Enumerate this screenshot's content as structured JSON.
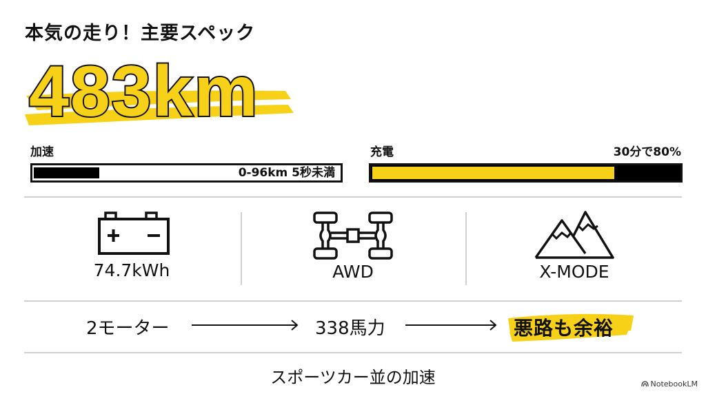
{
  "header": {
    "title": "本気の走り！主要スペック",
    "range_value": "483km"
  },
  "bars": {
    "acceleration": {
      "label": "加速",
      "value_text": "0-96km 5秒未満",
      "fill_percent": 21,
      "fill_color": "#000000",
      "track_color": "#ffffff"
    },
    "charging": {
      "label": "充電",
      "value_text": "30分で80%",
      "fill_percent": 78,
      "fill_color": "#f7d117",
      "track_color": "#000000"
    }
  },
  "features": [
    {
      "icon": "battery-icon",
      "label": "74.7kWh"
    },
    {
      "icon": "awd-drivetrain-icon",
      "label": "AWD"
    },
    {
      "icon": "mountain-icon",
      "label": "X-MODE"
    }
  ],
  "flow": {
    "steps": [
      "2モーター",
      "338馬力",
      "悪路も余裕"
    ],
    "highlight_color": "#f7d117"
  },
  "footer": {
    "caption": "スポーツカー並の加速",
    "brand": "NotebookLM"
  },
  "colors": {
    "accent_yellow": "#f7d117",
    "ink": "#111111",
    "divider": "#d0d0d0"
  }
}
